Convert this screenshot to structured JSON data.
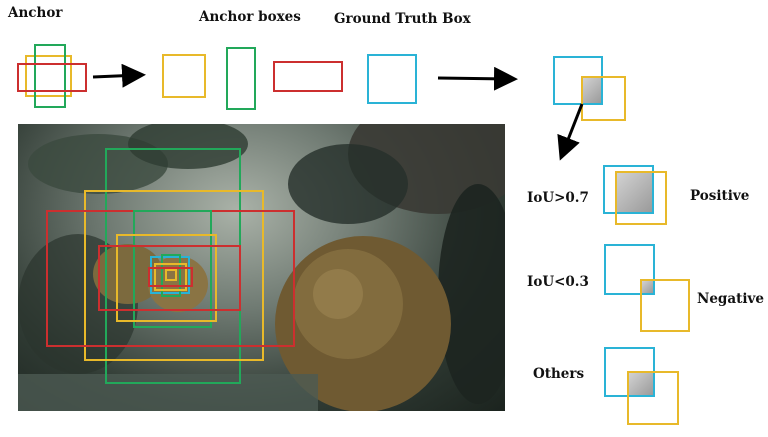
{
  "labels": {
    "anchor": "Anchor",
    "anchor_boxes": "Anchor boxes",
    "ground_truth_box": "Ground Truth Box",
    "iou_high": "IoU>0.7",
    "iou_low": "IoU<0.3",
    "others": "Others",
    "positive": "Positive",
    "negative": "Negative"
  },
  "colors": {
    "anchor_yellow": "#e8b92a",
    "anchor_green": "#22a85a",
    "anchor_red": "#cc2f2f",
    "ground_truth_cyan": "#2ab3d6",
    "overlap_gray": "#a8a8a8"
  }
}
